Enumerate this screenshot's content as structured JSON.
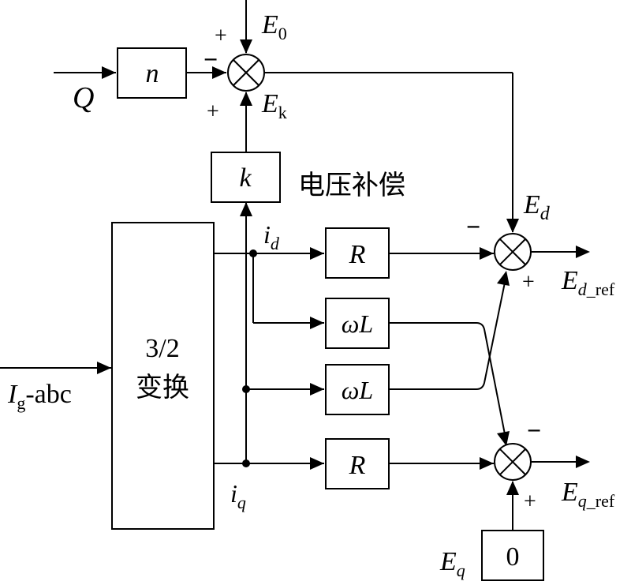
{
  "signals": {
    "q": "Q",
    "e0_base": "E",
    "e0_sub": "0",
    "ek_base": "E",
    "ek_sub": "k",
    "ed_base": "E",
    "ed_sub": "d",
    "eq_base": "E",
    "eq_sub": "q",
    "id_base": "i",
    "id_sub": "d",
    "iq_base": "i",
    "iq_sub": "q",
    "ig_base": "I",
    "ig_sub": "g",
    "ig_suffix": "-abc",
    "edref_base": "E",
    "edref_sub1": "d",
    "edref_sub2": "_ref",
    "eqref_base": "E",
    "eqref_sub1": "q",
    "eqref_sub2": "_ref"
  },
  "blocks": {
    "n": "n",
    "k": "k",
    "r1": "R",
    "wl1": "ωL",
    "wl2": "ωL",
    "r2": "R",
    "zero": "0",
    "transform_line1": "3/2",
    "transform_line2": "变换"
  },
  "annotations": {
    "voltage_comp": "电压补偿"
  },
  "signs": {
    "top_plus": "+",
    "top_minus": "−",
    "top_plus_bottom": "+",
    "ed_minus": "−",
    "ed_plus": "+",
    "eq_minus": "−",
    "eq_plus": "+"
  },
  "sum_symbol": "×"
}
